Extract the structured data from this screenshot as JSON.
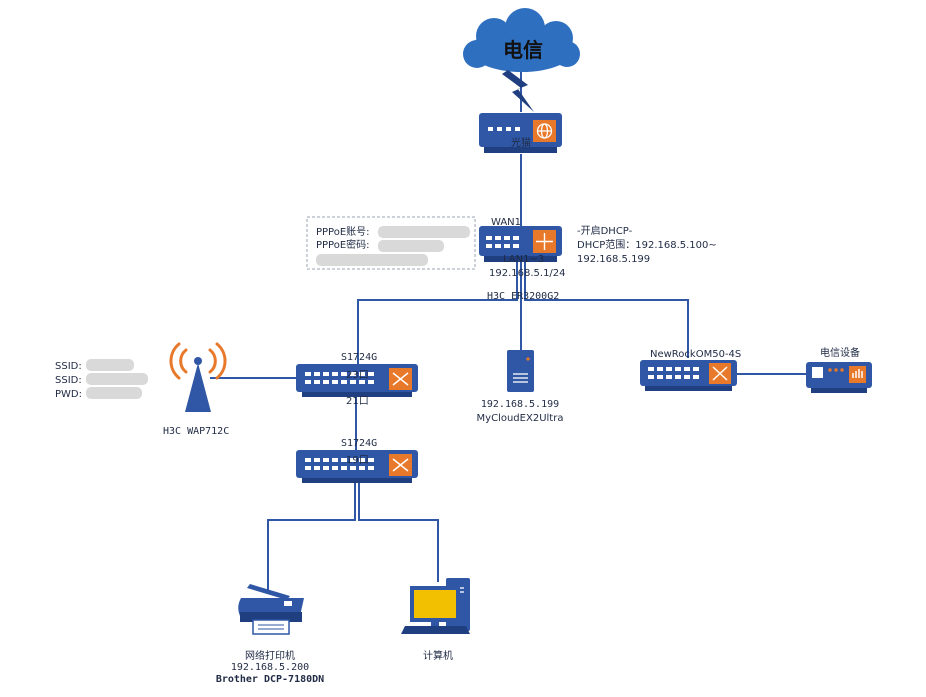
{
  "cloud": {
    "label": "电信"
  },
  "modem": {
    "label": "光猫"
  },
  "router": {
    "wan_label": "WAN1",
    "lan_label": "LAN1~3",
    "ip": "192.168.5.1/24",
    "model": "H3C ER3200G2"
  },
  "pppoe": {
    "account_label": "PPPoE账号:",
    "password_label": "PPPoE密码:"
  },
  "dhcp": {
    "line1": "-开启DHCP-",
    "line2": "DHCP范围：192.168.5.100~",
    "line3": "192.168.5.199"
  },
  "switch_top": {
    "model": "S1724G",
    "port_top": "23口",
    "port_bottom": "21口"
  },
  "switch_bottom": {
    "model": "S1724G",
    "port_top": "19口"
  },
  "wifi": {
    "ssid1_label": "SSID:",
    "ssid2_label": "SSID:",
    "pwd_label": "PWD:",
    "model": "H3C WAP712C"
  },
  "nas": {
    "ip": "192.168.5.199",
    "model": "MyCloudEX2Ultra"
  },
  "voip": {
    "model": "NewRockOM50-4S"
  },
  "telecom_device": {
    "label": "电信设备"
  },
  "printer": {
    "name": "网络打印机",
    "ip": "192.168.5.200",
    "model": "Brother DCP-7180DN"
  },
  "computer": {
    "name": "计算机"
  },
  "colors": {
    "device_blue": "#2f57a5",
    "device_dark": "#1f3f80",
    "accent_orange": "#e8782a",
    "cloud_blue": "#2f6fc0",
    "screen_yellow": "#f2c000"
  }
}
